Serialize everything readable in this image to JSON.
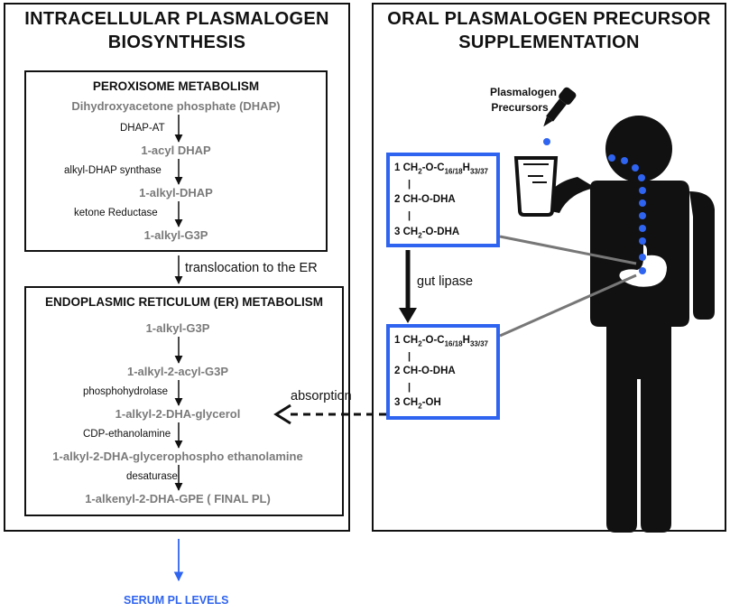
{
  "left_panel": {
    "title_line1": "INTRACELLULAR PLASMALOGEN",
    "title_line2": "BIOSYNTHESIS",
    "peroxisome": {
      "title": "PEROXISOME METABOLISM",
      "metabolites": [
        "Dihydroxyacetone phosphate (DHAP)",
        "1-acyl DHAP",
        "1-alkyl-DHAP",
        "1-alkyl-G3P"
      ],
      "enzymes": [
        "DHAP-AT",
        "alkyl-DHAP synthase",
        "ketone Reductase"
      ]
    },
    "translocation_label": "translocation to the ER",
    "er": {
      "title": "ENDOPLASMIC RETICULUM (ER) METABOLISM",
      "metabolites": [
        "1-alkyl-G3P",
        "1-alkyl-2-acyl-G3P",
        "1-alkyl-2-DHA-glycerol",
        "1-alkyl-2-DHA-glycerophospho ethanolamine",
        "1-alkenyl-2-DHA-GPE ( FINAL PL)"
      ],
      "enzymes": [
        "phosphohydrolase",
        "CDP-ethanolamine",
        "desaturase"
      ]
    },
    "serum_label": "SERUM PL LEVELS"
  },
  "right_panel": {
    "title_line1": "ORAL PLASMALOGEN PRECURSOR",
    "title_line2": "SUPPLEMENTATION",
    "dropper_label_line1": "Plasmalogen",
    "dropper_label_line2": "Precursors",
    "precursor_box": {
      "row1_num": "1",
      "row1_main": "CH",
      "row1_sub1": "2",
      "row1_mid": "-O-C",
      "row1_sub2": "16/18",
      "row1_h": "H",
      "row1_sub3": "33/37",
      "row2": "2 CH-O-DHA",
      "row3_num": "3",
      "row3_main": "CH",
      "row3_sub": "2",
      "row3_tail": "-O-DHA",
      "bar": "|"
    },
    "gut_lipase_label": "gut lipase",
    "product_box": {
      "row1_num": "1",
      "row1_main": "CH",
      "row1_sub1": "2",
      "row1_mid": "-O-C",
      "row1_sub2": "16/18",
      "row1_h": "H",
      "row1_sub3": "33/37",
      "row2": "2 CH-O-DHA",
      "row3_num": "3",
      "row3_main": "CH",
      "row3_sub": "2",
      "row3_tail": "-OH",
      "bar": "|"
    },
    "absorption_label": "absorption"
  },
  "colors": {
    "accent_blue": "#2f64f0",
    "metabolite_gray": "#7a7a7a",
    "line": "#111111"
  }
}
